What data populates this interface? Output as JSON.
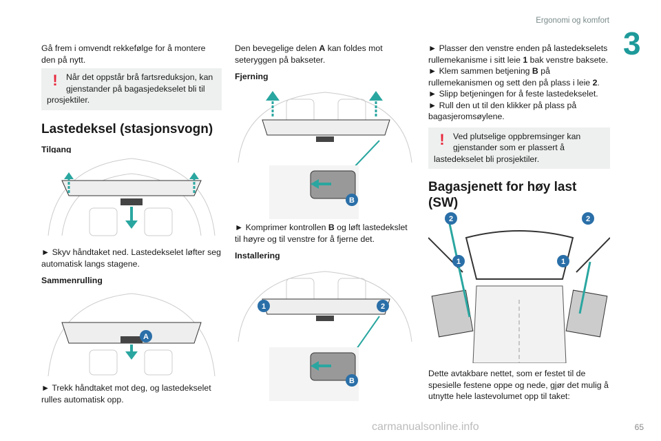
{
  "header": {
    "section": "Ergonomi og komfort",
    "chapter": "3",
    "page": "65",
    "watermark": "carmanualsonline.info"
  },
  "col1": {
    "p1": "Gå frem i omvendt rekkefølge for å montere den på nytt.",
    "warning": "Når det oppstår brå fartsreduksjon, kan gjenstander på bagasjedekselet bli til prosjektiler.",
    "heading": "Lastedeksel (stasjonsvogn)",
    "sub1": "Tilgang",
    "step1": "► Skyv håndtaket ned. Lastedekselet løfter seg automatisk langs stagene.",
    "sub2": "Sammenrulling",
    "step2": "► Trekk håndtaket mot deg, og lastedekselet rulles automatisk opp.",
    "fig2_label": "A"
  },
  "col2": {
    "p1_a": "Den bevegelige delen ",
    "p1_b": "A",
    "p1_c": " kan foldes mot seteryggen på bakseter.",
    "sub1": "Fjerning",
    "step_a": "► Komprimer kontrollen ",
    "step_b": "B",
    "step_c": " og løft lastedekslet til høyre og til venstre for å fjerne det.",
    "sub2": "Installering",
    "label_b": "B",
    "label_1": "1",
    "label_2": "2"
  },
  "col3": {
    "s1_a": "► Plasser den venstre enden på lastedekselets rullemekanisme i sitt leie ",
    "s1_b": "1",
    "s1_c": " bak venstre baksete.",
    "s2_a": "► Klem sammen betjening ",
    "s2_b": "B",
    "s2_c": " på rullemekanismen og sett den på plass i leie ",
    "s2_d": "2",
    "s2_e": ".",
    "s3": "► Slipp betjeningen for å feste lastedekselet.",
    "s4": "► Rull den ut til den klikker på plass på bagasjeromsøylene.",
    "warning": "Ved plutselige oppbremsinger kan gjenstander som er plassert å lastedekselet bli prosjektiler.",
    "heading": "Bagasjenett for høy last (SW)",
    "p_end": "Dette avtakbare nettet, som er festet til de spesielle festene oppe og nede, gjør det mulig å utnytte hele lastevolumet opp til taket:",
    "label_1": "1",
    "label_2": "2"
  },
  "colors": {
    "accent": "#1e9a9a",
    "warning": "#e8283c",
    "badge": "#2a6fa8"
  }
}
